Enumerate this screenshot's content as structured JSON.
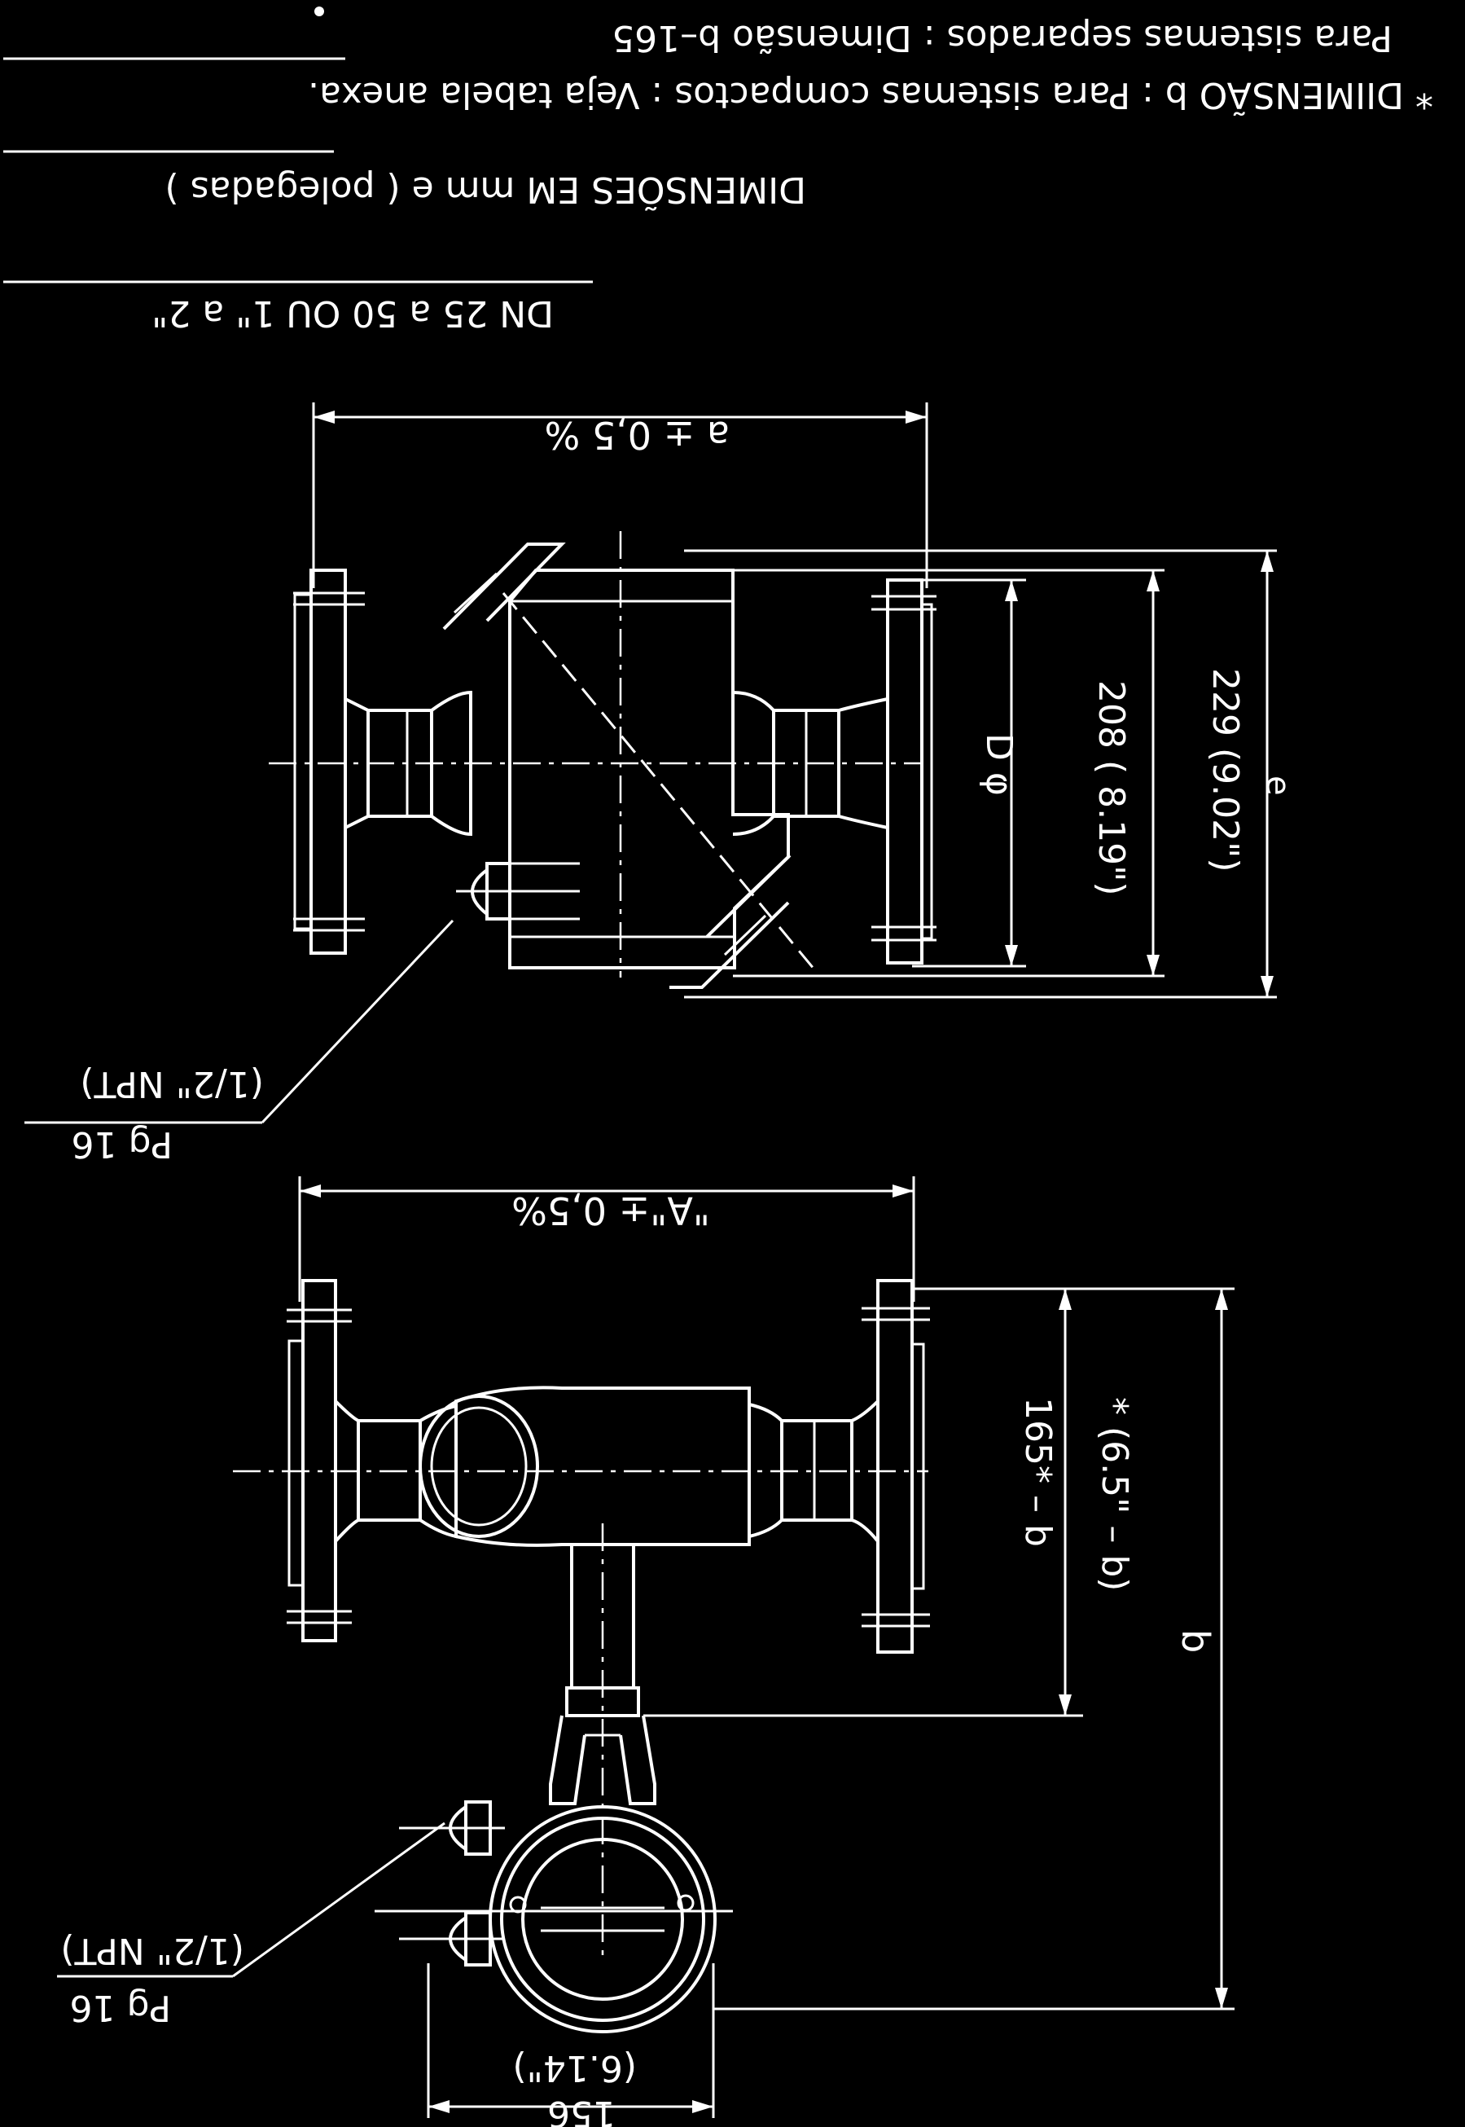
{
  "header": {
    "note_line_1": "Para sistemas separados :  Dimensão b–165",
    "note_line_2": "* DIIMENSÃO b  :  Para sistemas compactos : Veja tabela anexa.",
    "units_note": "DIMENSÕES EM  mm e ( polegadas )",
    "size_range": "DN 25 a 50 OU 1\" a 2\""
  },
  "top_view": {
    "length_label": "a ± 0,5 %",
    "diameter_label": "D φ",
    "dim_208": "208 ( 8.19\")",
    "dim_229": "229 (9.02\")",
    "dim_e": "e",
    "port_label": "Pg 16",
    "port_thread": "(1/2\" NPT)"
  },
  "bottom_view": {
    "length_label": "\"A\"± 0,5%",
    "dim_b165": "165* – b",
    "dim_b650": "* (6.5\" – b)",
    "dim_b": "b",
    "width_mm": "156",
    "width_in": "(6.14\")",
    "port_label": "Pg 16",
    "port_thread": "(1/2\" NPT)"
  }
}
